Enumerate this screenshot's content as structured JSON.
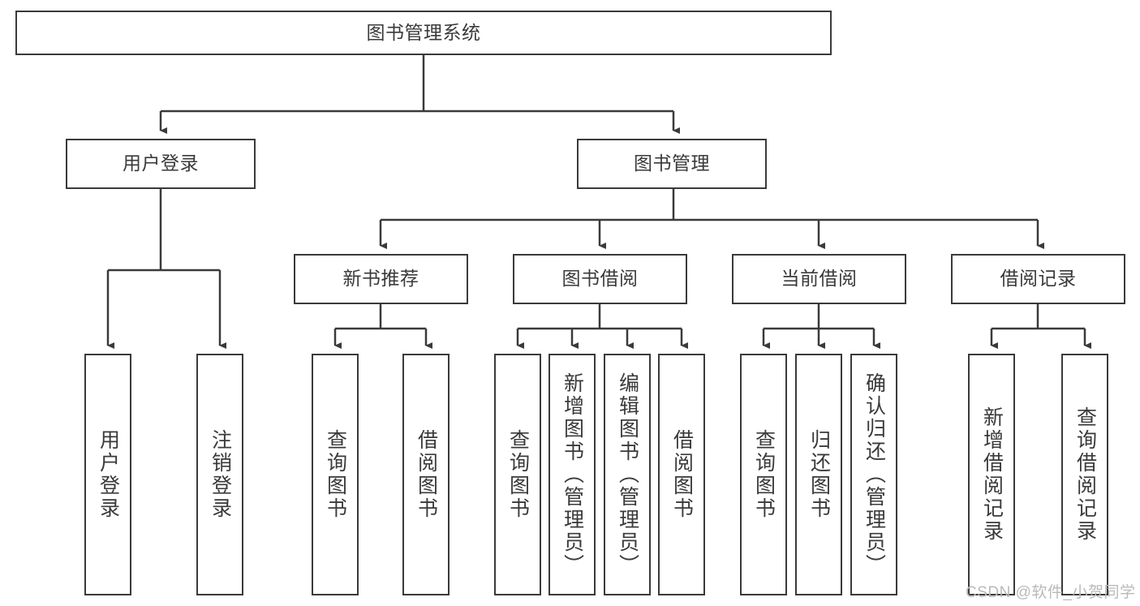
{
  "diagram": {
    "title": "图书管理系统",
    "type": "hierarchy-tree",
    "root": {
      "label": "图书管理系统"
    },
    "level2": [
      {
        "label": "用户登录"
      },
      {
        "label": "图书管理"
      }
    ],
    "level3": [
      {
        "label": "新书推荐"
      },
      {
        "label": "图书借阅"
      },
      {
        "label": "当前借阅"
      },
      {
        "label": "借阅记录"
      }
    ],
    "leaves": {
      "user_login": [
        {
          "label": "用户登录"
        },
        {
          "label": "注销登录"
        }
      ],
      "new_book_recommend": [
        {
          "label": "查询图书"
        },
        {
          "label": "借阅图书"
        }
      ],
      "book_borrow": [
        {
          "label": "查询图书"
        },
        {
          "label": "新增图书（管理员）"
        },
        {
          "label": "编辑图书（管理员）"
        },
        {
          "label": "借阅图书"
        }
      ],
      "current_borrow": [
        {
          "label": "查询图书"
        },
        {
          "label": "归还图书"
        },
        {
          "label": "确认归还（管理员）"
        }
      ],
      "borrow_record": [
        {
          "label": "新增借阅记录"
        },
        {
          "label": "查询借阅记录"
        }
      ]
    }
  },
  "watermark": {
    "text": "CSDN @软件_小贺同学"
  },
  "colors": {
    "border": "#3a3a3a",
    "text": "#3a3a3a",
    "background": "#ffffff",
    "watermark": "#b9b9b9"
  }
}
